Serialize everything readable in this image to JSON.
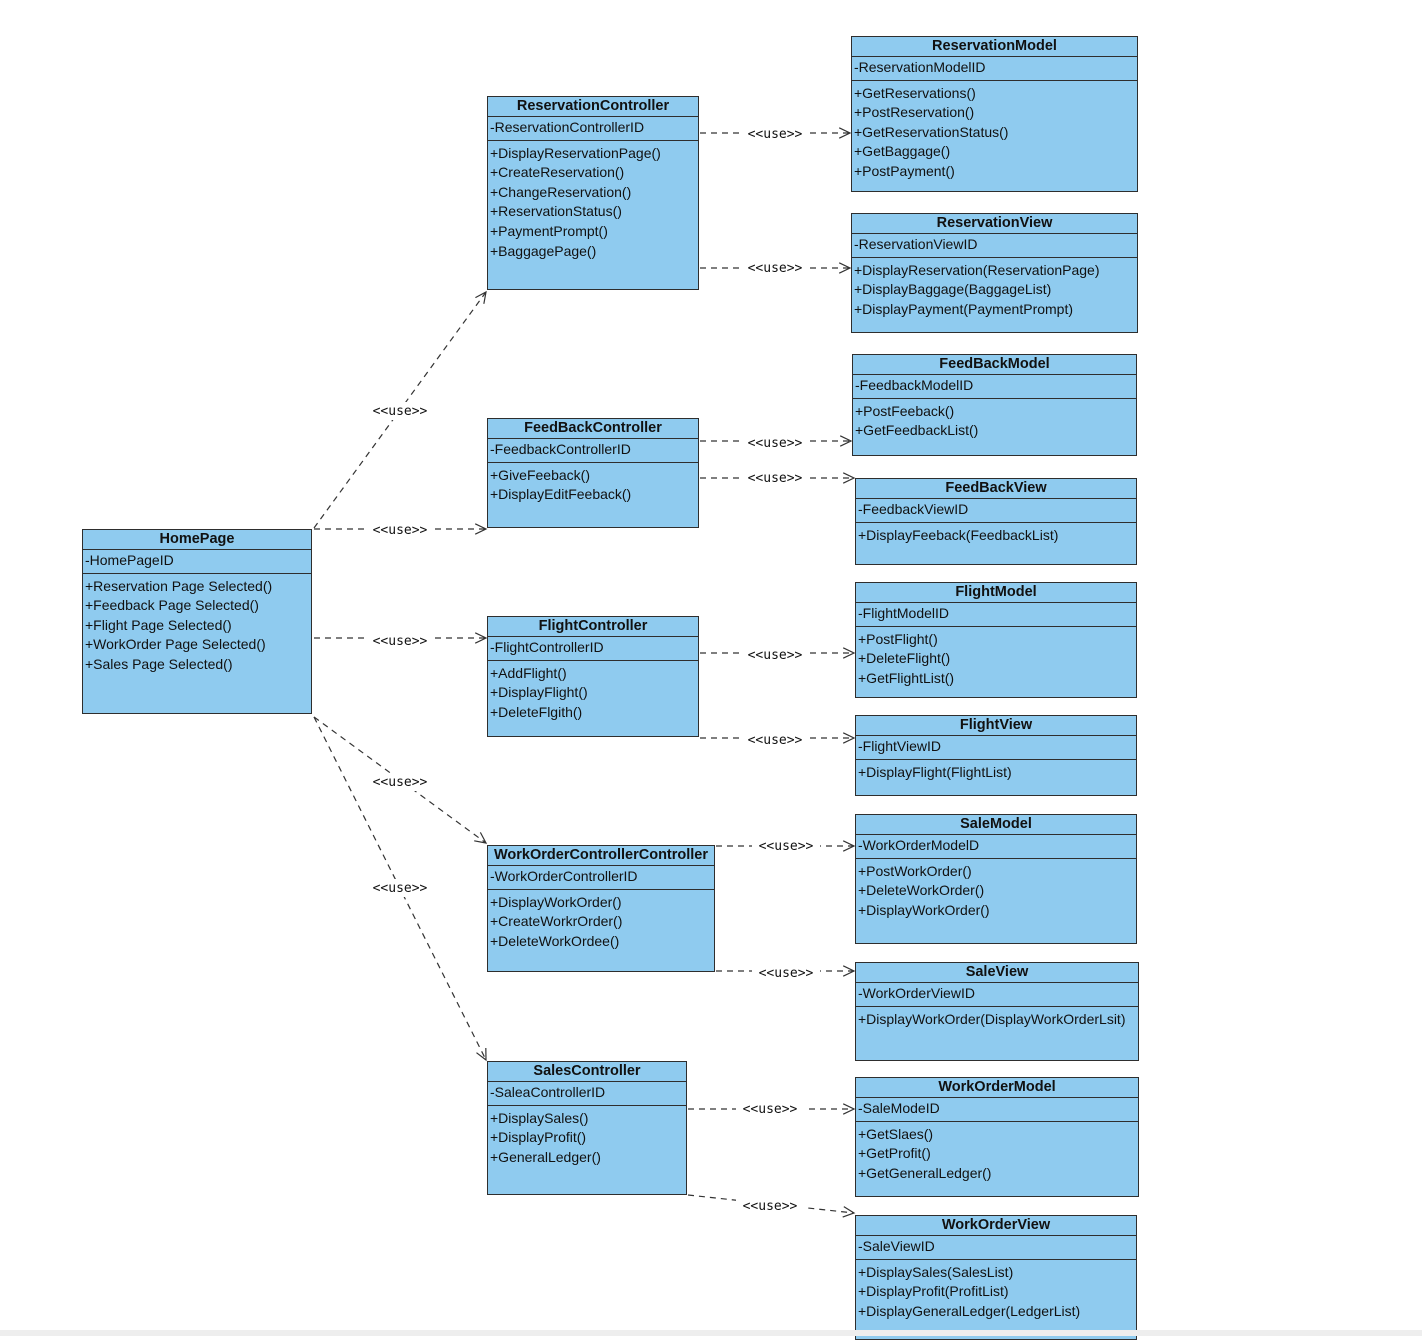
{
  "edge_label": "<<use>>",
  "classes": {
    "homepage": {
      "name": "HomePage",
      "attrs": [
        "-HomePageID"
      ],
      "ops": [
        "+Reservation Page Selected()",
        "+Feedback Page Selected()",
        "+Flight Page Selected()",
        "+WorkOrder Page Selected()",
        "+Sales Page Selected()"
      ]
    },
    "reservation_controller": {
      "name": "ReservationController",
      "attrs": [
        "-ReservationControllerID"
      ],
      "ops": [
        "+DisplayReservationPage()",
        "+CreateReservation()",
        "+ChangeReservation()",
        "+ReservationStatus()",
        "+PaymentPrompt()",
        "+BaggagePage()"
      ]
    },
    "feedback_controller": {
      "name": "FeedBackController",
      "attrs": [
        "-FeedbackControllerID"
      ],
      "ops": [
        "+GiveFeeback()",
        "+DisplayEditFeeback()"
      ]
    },
    "flight_controller": {
      "name": "FlightController",
      "attrs": [
        "-FlightControllerID"
      ],
      "ops": [
        "+AddFlight()",
        "+DisplayFlight()",
        "+DeleteFlgith()"
      ]
    },
    "workorder_controller": {
      "name": "WorkOrderControllerController",
      "attrs": [
        "-WorkOrderControllerID"
      ],
      "ops": [
        "+DisplayWorkOrder()",
        "+CreateWorkrOrder()",
        "+DeleteWorkOrdee()"
      ]
    },
    "sales_controller": {
      "name": "SalesController",
      "attrs": [
        "-SaleaControllerID"
      ],
      "ops": [
        "+DisplaySales()",
        "+DisplayProfit()",
        "+GeneralLedger()"
      ]
    },
    "reservation_model": {
      "name": "ReservationModel",
      "attrs": [
        "-ReservationModelID"
      ],
      "ops": [
        "+GetReservations()",
        "+PostReservation()",
        "+GetReservationStatus()",
        "+GetBaggage()",
        "+PostPayment()"
      ]
    },
    "reservation_view": {
      "name": "ReservationView",
      "attrs": [
        "-ReservationViewID"
      ],
      "ops": [
        "+DisplayReservation(ReservationPage)",
        "+DisplayBaggage(BaggageList)",
        "+DisplayPayment(PaymentPrompt)"
      ]
    },
    "feedback_model": {
      "name": "FeedBackModel",
      "attrs": [
        "-FeedbackModelID"
      ],
      "ops": [
        "+PostFeeback()",
        "+GetFeedbackList()"
      ]
    },
    "feedback_view": {
      "name": "FeedBackView",
      "attrs": [
        "-FeedbackViewID"
      ],
      "ops": [
        "+DisplayFeeback(FeedbackList)"
      ]
    },
    "flight_model": {
      "name": "FlightModel",
      "attrs": [
        "-FlightModelID"
      ],
      "ops": [
        "+PostFlight()",
        "+DeleteFlight()",
        "+GetFlightList()"
      ]
    },
    "flight_view": {
      "name": "FlightView",
      "attrs": [
        "-FlightViewID"
      ],
      "ops": [
        "+DisplayFlight(FlightList)"
      ]
    },
    "sale_model": {
      "name": "SaleModel",
      "attrs": [
        "-WorkOrderModelD"
      ],
      "ops": [
        "+PostWorkOrder()",
        "+DeleteWorkOrder()",
        "+DisplayWorkOrder()"
      ]
    },
    "sale_view": {
      "name": "SaleView",
      "attrs": [
        "-WorkOrderViewID"
      ],
      "ops": [
        "+DisplayWorkOrder(DisplayWorkOrderLsit)"
      ]
    },
    "workorder_model": {
      "name": "WorkOrderModel",
      "attrs": [
        "-SaleModeID"
      ],
      "ops": [
        "+GetSlaes()",
        "+GetProfit()",
        "+GetGeneralLedger()"
      ]
    },
    "workorder_view": {
      "name": "WorkOrderView",
      "attrs": [
        "-SaleViewID"
      ],
      "ops": [
        "+DisplaySales(SalesList)",
        "+DisplayProfit(ProfitList)",
        "+DisplayGeneralLedger(LedgerList)"
      ]
    }
  },
  "relations": [
    {
      "from": "homepage",
      "to": "reservation_controller",
      "label": "<<use>>"
    },
    {
      "from": "homepage",
      "to": "feedback_controller",
      "label": "<<use>>"
    },
    {
      "from": "homepage",
      "to": "flight_controller",
      "label": "<<use>>"
    },
    {
      "from": "homepage",
      "to": "workorder_controller",
      "label": "<<use>>"
    },
    {
      "from": "homepage",
      "to": "sales_controller",
      "label": "<<use>>"
    },
    {
      "from": "reservation_controller",
      "to": "reservation_model",
      "label": "<<use>>"
    },
    {
      "from": "reservation_controller",
      "to": "reservation_view",
      "label": "<<use>>"
    },
    {
      "from": "feedback_controller",
      "to": "feedback_model",
      "label": "<<use>>"
    },
    {
      "from": "feedback_controller",
      "to": "feedback_view",
      "label": "<<use>>"
    },
    {
      "from": "flight_controller",
      "to": "flight_model",
      "label": "<<use>>"
    },
    {
      "from": "flight_controller",
      "to": "flight_view",
      "label": "<<use>>"
    },
    {
      "from": "workorder_controller",
      "to": "sale_model",
      "label": "<<use>>"
    },
    {
      "from": "workorder_controller",
      "to": "sale_view",
      "label": "<<use>>"
    },
    {
      "from": "sales_controller",
      "to": "workorder_model",
      "label": "<<use>>"
    },
    {
      "from": "sales_controller",
      "to": "workorder_view",
      "label": "<<use>>"
    }
  ]
}
